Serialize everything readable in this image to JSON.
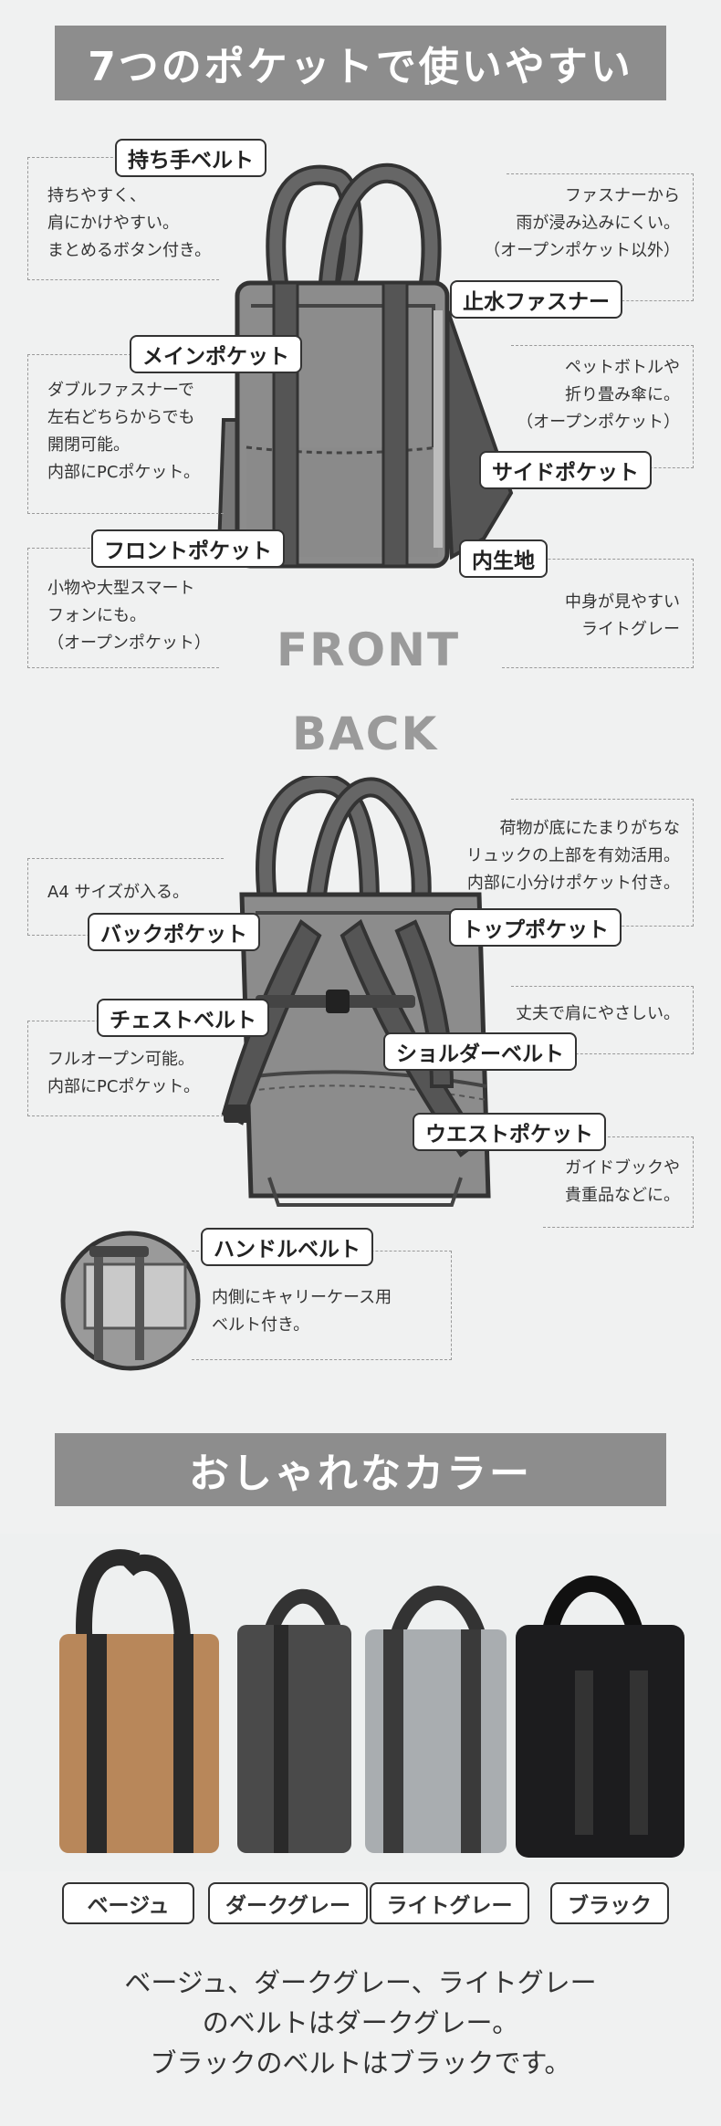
{
  "section1": {
    "title": "7つのポケットで使いやすい"
  },
  "front": {
    "view_label": "FRONT",
    "callouts": [
      {
        "label": "持ち手ベルト",
        "desc": "持ちやすく、\n肩にかけやすい。\nまとめるボタン付き。"
      },
      {
        "label": "止水ファスナー",
        "desc": "ファスナーから\n雨が浸み込みにくい。\n（オープンポケット以外）"
      },
      {
        "label": "メインポケット",
        "desc": "ダブルファスナーで\n左右どちらからでも\n開閉可能。\n内部にPCポケット。"
      },
      {
        "label": "サイドポケット",
        "desc": "ペットボトルや\n折り畳み傘に。\n（オープンポケット）"
      },
      {
        "label": "フロントポケット",
        "desc": "小物や大型スマート\nフォンにも。\n（オープンポケット）"
      },
      {
        "label": "内生地",
        "desc": "中身が見やすい\nライトグレー"
      }
    ]
  },
  "back": {
    "view_label": "BACK",
    "callouts": [
      {
        "label": "バックポケット",
        "desc": "A4 サイズが入る。"
      },
      {
        "label": "トップポケット",
        "desc": "荷物が底にたまりがちな\nリュックの上部を有効活用。\n内部に小分けポケット付き。"
      },
      {
        "label": "チェストベルト",
        "desc": "フルオープン可能。\n内部にPCポケット。"
      },
      {
        "label": "ショルダーベルト",
        "desc": "丈夫で肩にやさしい。"
      },
      {
        "label": "ウエストポケット",
        "desc": "ガイドブックや\n貴重品などに。"
      },
      {
        "label": "ハンドルベルト",
        "desc": "内側にキャリーケース用\nベルト付き。"
      }
    ]
  },
  "section2": {
    "title": "おしゃれなカラー",
    "colors": [
      {
        "label": "ベージュ",
        "hex": "#b8875a"
      },
      {
        "label": "ダークグレー",
        "hex": "#4a4a4a"
      },
      {
        "label": "ライトグレー",
        "hex": "#a9adb0"
      },
      {
        "label": "ブラック",
        "hex": "#1c1c1e"
      }
    ],
    "footer": "ベージュ、ダークグレー、ライトグレー\nのベルトはダークグレー。\nブラックのベルトはブラックです。"
  }
}
